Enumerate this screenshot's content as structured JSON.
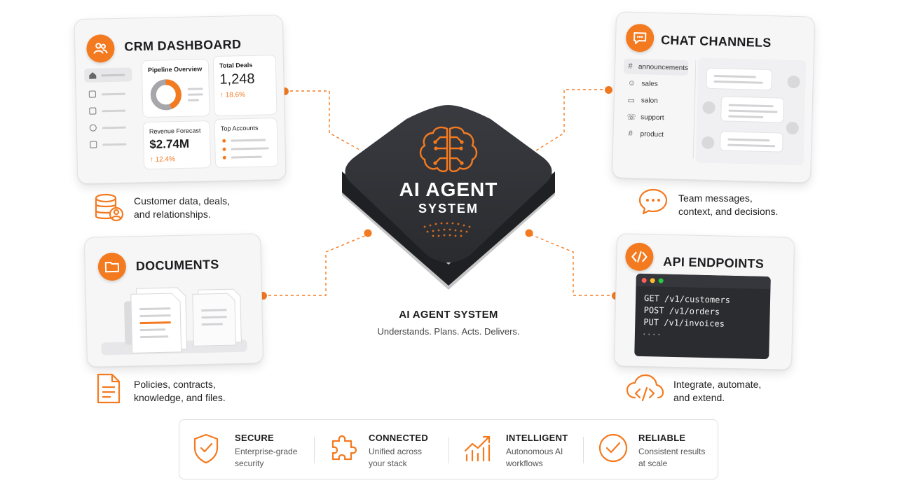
{
  "center": {
    "title_line1": "AI AGENT",
    "title_line2": "SYSTEM",
    "caption_title": "AI AGENT SYSTEM",
    "caption_sub": "Understands. Plans. Acts. Delivers.",
    "brain_icon": "brain-circuit-icon"
  },
  "crm": {
    "title": "CRM DASHBOARD",
    "pipeline_label": "Pipeline Overview",
    "total_deals_label": "Total Deals",
    "total_deals_value": "1,248",
    "total_deals_delta": "↑ 18.6%",
    "revenue_label": "Revenue Forecast",
    "revenue_value": "$2.74M",
    "revenue_delta": "↑ 12.4%",
    "top_accounts_label": "Top Accounts",
    "description_line1": "Customer data, deals,",
    "description_line2": "and relationships."
  },
  "chat": {
    "title": "CHAT CHANNELS",
    "channels": [
      {
        "icon": "#",
        "name": "announcements"
      },
      {
        "icon": "☺",
        "name": "sales"
      },
      {
        "icon": "▭",
        "name": "salon"
      },
      {
        "icon": "☏",
        "name": "support"
      },
      {
        "icon": "#",
        "name": "product"
      }
    ],
    "description_line1": "Team messages,",
    "description_line2": "context, and decisions."
  },
  "docs": {
    "title": "DOCUMENTS",
    "description_line1": "Policies, contracts,",
    "description_line2": "knowledge, and files."
  },
  "api": {
    "title": "API ENDPOINTS",
    "lines": [
      "GET /v1/customers",
      "POST /v1/orders",
      "PUT /v1/invoices"
    ],
    "ellipsis": "• • • •",
    "description_line1": "Integrate, automate,",
    "description_line2": "and extend."
  },
  "features": [
    {
      "title": "SECURE",
      "line1": "Enterprise-grade",
      "line2": "security",
      "icon": "shield-check-icon"
    },
    {
      "title": "CONNECTED",
      "line1": "Unified across",
      "line2": "your stack",
      "icon": "puzzle-icon"
    },
    {
      "title": "INTELLIGENT",
      "line1": "Autonomous AI",
      "line2": "workflows",
      "icon": "growth-chart-icon"
    },
    {
      "title": "RELIABLE",
      "line1": "Consistent results",
      "line2": "at scale",
      "icon": "check-circle-icon"
    }
  ],
  "colors": {
    "accent": "#f47a20",
    "hub": "#2b2c30",
    "card": "#f6f6f7",
    "text": "#1d1d1f"
  }
}
